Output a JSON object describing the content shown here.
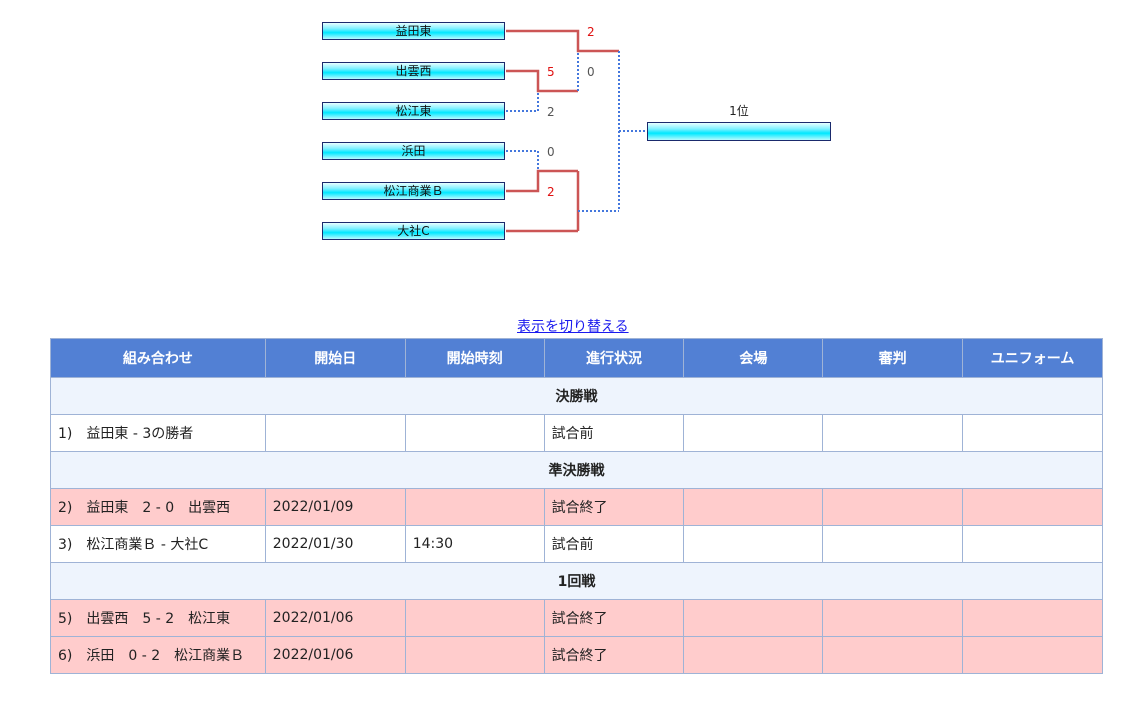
{
  "bracket": {
    "teams": [
      "益田東",
      "出雲西",
      "松江東",
      "浜田",
      "松江商業Ｂ",
      "大社C"
    ],
    "champion_label": "1位",
    "champion_name": "",
    "scores": {
      "final_top": "2",
      "final_bottom": "0",
      "r1a_winner": "5",
      "r1a_loser": "2",
      "r1b_loser": "0",
      "r1b_winner": "2"
    }
  },
  "switch_link": "表示を切り替える",
  "table": {
    "headers": [
      "組み合わせ",
      "開始日",
      "開始時刻",
      "進行状況",
      "会場",
      "審判",
      "ユニフォーム"
    ],
    "rounds": [
      {
        "title": "決勝戦",
        "rows": [
          {
            "match": "1)　益田東 - 3の勝者",
            "date": "",
            "time": "",
            "status": "試合前",
            "venue": "",
            "referee": "",
            "uniform": ""
          }
        ]
      },
      {
        "title": "準決勝戦",
        "rows": [
          {
            "match": "2)　益田東　2 - 0　出雲西",
            "date": "2022/01/09",
            "time": "",
            "status": "試合終了",
            "venue": "",
            "referee": "",
            "uniform": ""
          },
          {
            "match": "3)　松江商業Ｂ - 大社C",
            "date": "2022/01/30",
            "time": "14:30",
            "status": "試合前",
            "venue": "",
            "referee": "",
            "uniform": ""
          }
        ]
      },
      {
        "title": "1回戦",
        "rows": [
          {
            "match": "5)　出雲西　5 - 2　松江東",
            "date": "2022/01/06",
            "time": "",
            "status": "試合終了",
            "venue": "",
            "referee": "",
            "uniform": ""
          },
          {
            "match": "6)　浜田　0 - 2　松江商業Ｂ",
            "date": "2022/01/06",
            "time": "",
            "status": "試合終了",
            "venue": "",
            "referee": "",
            "uniform": ""
          }
        ]
      }
    ]
  },
  "colors": {
    "win_line": "#cc4444",
    "lose_line": "#4477dd",
    "header_bg": "#5280d4",
    "finished_row_bg": "#ffcccc",
    "round_row_bg": "#eef4fd"
  }
}
